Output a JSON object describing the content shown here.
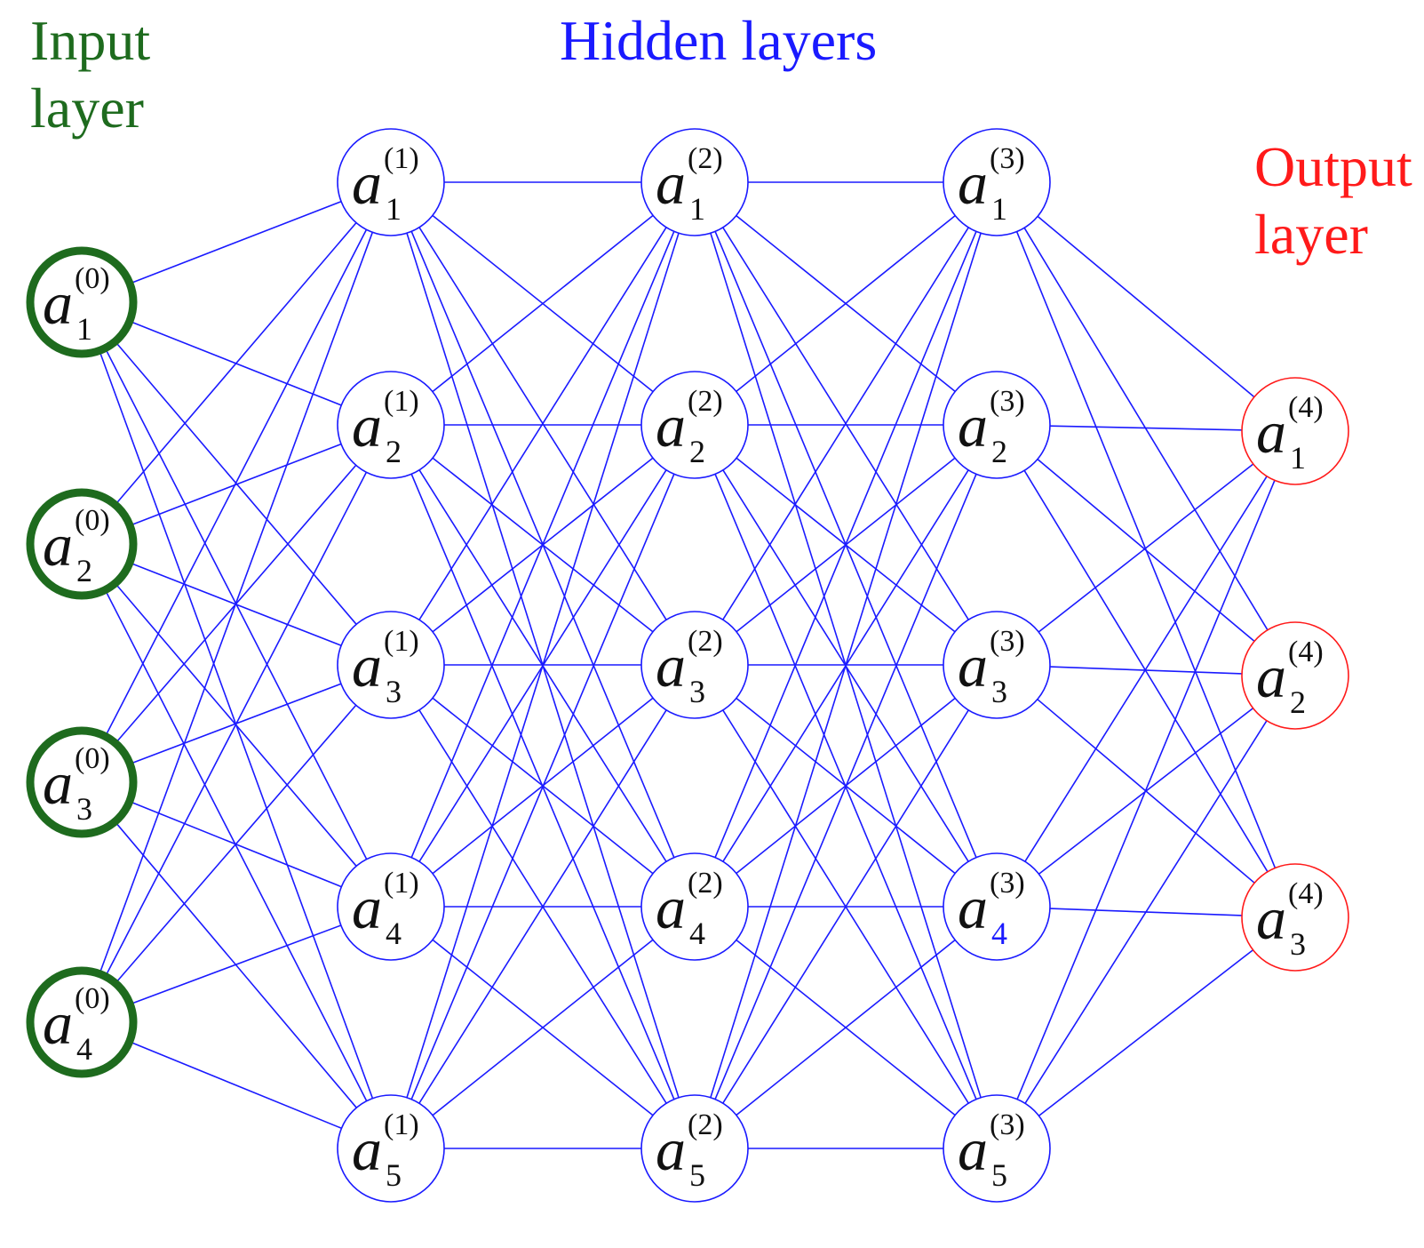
{
  "colors": {
    "input": "#1e6b1e",
    "hidden": "#1a1aff",
    "output": "#ff1a1a",
    "edge": "#1a1aff",
    "text": "#111111",
    "background": "#ffffff"
  },
  "titles": {
    "input": {
      "line1": "Input",
      "line2": "layer"
    },
    "hidden": {
      "line1": "Hidden layers"
    },
    "output": {
      "line1": "Output",
      "line2": "layer"
    }
  },
  "connectivity": "fully-connected",
  "layers": [
    {
      "name": "input",
      "nodes": [
        {
          "base": "a",
          "sub": "1",
          "sup": "(0)"
        },
        {
          "base": "a",
          "sub": "2",
          "sup": "(0)"
        },
        {
          "base": "a",
          "sub": "3",
          "sup": "(0)"
        },
        {
          "base": "a",
          "sub": "4",
          "sup": "(0)"
        }
      ]
    },
    {
      "name": "hidden-1",
      "nodes": [
        {
          "base": "a",
          "sub": "1",
          "sup": "(1)"
        },
        {
          "base": "a",
          "sub": "2",
          "sup": "(1)"
        },
        {
          "base": "a",
          "sub": "3",
          "sup": "(1)"
        },
        {
          "base": "a",
          "sub": "4",
          "sup": "(1)"
        },
        {
          "base": "a",
          "sub": "5",
          "sup": "(1)"
        }
      ]
    },
    {
      "name": "hidden-2",
      "nodes": [
        {
          "base": "a",
          "sub": "1",
          "sup": "(2)"
        },
        {
          "base": "a",
          "sub": "2",
          "sup": "(2)"
        },
        {
          "base": "a",
          "sub": "3",
          "sup": "(2)"
        },
        {
          "base": "a",
          "sub": "4",
          "sup": "(2)"
        },
        {
          "base": "a",
          "sub": "5",
          "sup": "(2)"
        }
      ]
    },
    {
      "name": "hidden-3",
      "nodes": [
        {
          "base": "a",
          "sub": "1",
          "sup": "(3)"
        },
        {
          "base": "a",
          "sub": "2",
          "sup": "(3)"
        },
        {
          "base": "a",
          "sub": "3",
          "sup": "(3)"
        },
        {
          "base": "a",
          "sub": "4",
          "sup": "(3)",
          "sub_color": "#1a1aff"
        },
        {
          "base": "a",
          "sub": "5",
          "sup": "(3)"
        }
      ]
    },
    {
      "name": "output",
      "nodes": [
        {
          "base": "a",
          "sub": "1",
          "sup": "(4)"
        },
        {
          "base": "a",
          "sub": "2",
          "sup": "(4)"
        },
        {
          "base": "a",
          "sub": "3",
          "sup": "(4)"
        }
      ]
    }
  ]
}
